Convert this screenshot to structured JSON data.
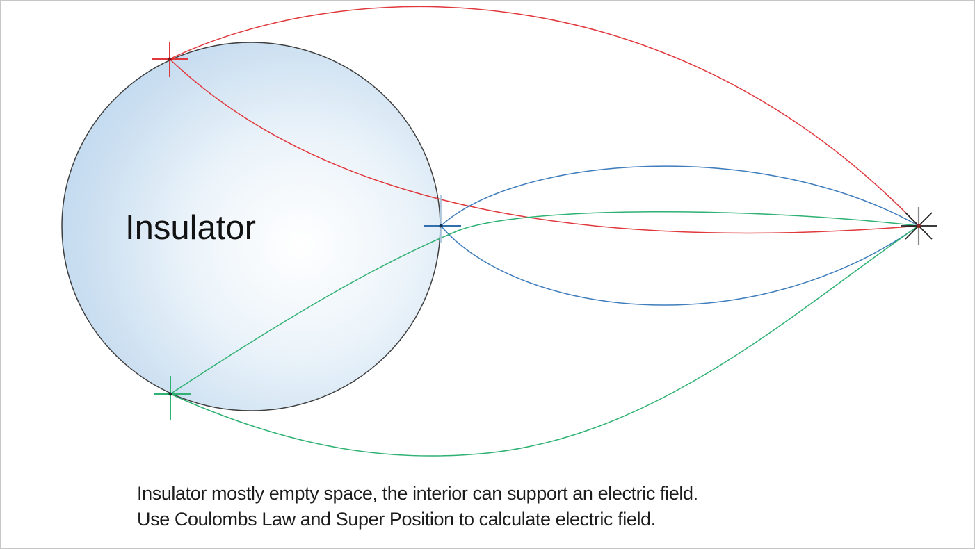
{
  "sphere": {
    "label": "Insulator"
  },
  "caption": {
    "line1": "Insulator mostly empty space, the interior can support an electric field.",
    "line2": "Use Coulombs Law and Super Position to calculate electric field."
  },
  "colors": {
    "red": "#e0383c",
    "blue": "#3f7dbc",
    "blue_dark": "#2f6fae",
    "blue_pale": "#a9c3dd",
    "green": "#2eb172",
    "sphere_outline": "#3f3f3f",
    "sphere_fill_center": "#ffffff",
    "sphere_fill_mid": "#ecf4fa",
    "sphere_fill_deep": "#cbdff1",
    "sphere_fill_edge": "#bdd7ee",
    "marker_black": "#1f1f1f",
    "marker_gray": "#8a8a8a",
    "dot_red": "#7a1616",
    "dot_blue": "#102c4e",
    "dot_green": "#0b3520",
    "dot_field_point": "#8c2120",
    "text": "#1c1c1c"
  },
  "field_lines": {
    "red_outer": "red field line over the top from upper-left charge to field point",
    "red_inner": "red field line through the sphere to field point",
    "blue_upper": "blue field line bulging up from right-edge charge to field point",
    "blue_lower": "blue field line bulging down from right-edge charge to field point",
    "green_inner": "green field line through the sphere from lower-left charge to field point",
    "green_outer": "green field line under the bottom from lower-left charge to field point"
  }
}
